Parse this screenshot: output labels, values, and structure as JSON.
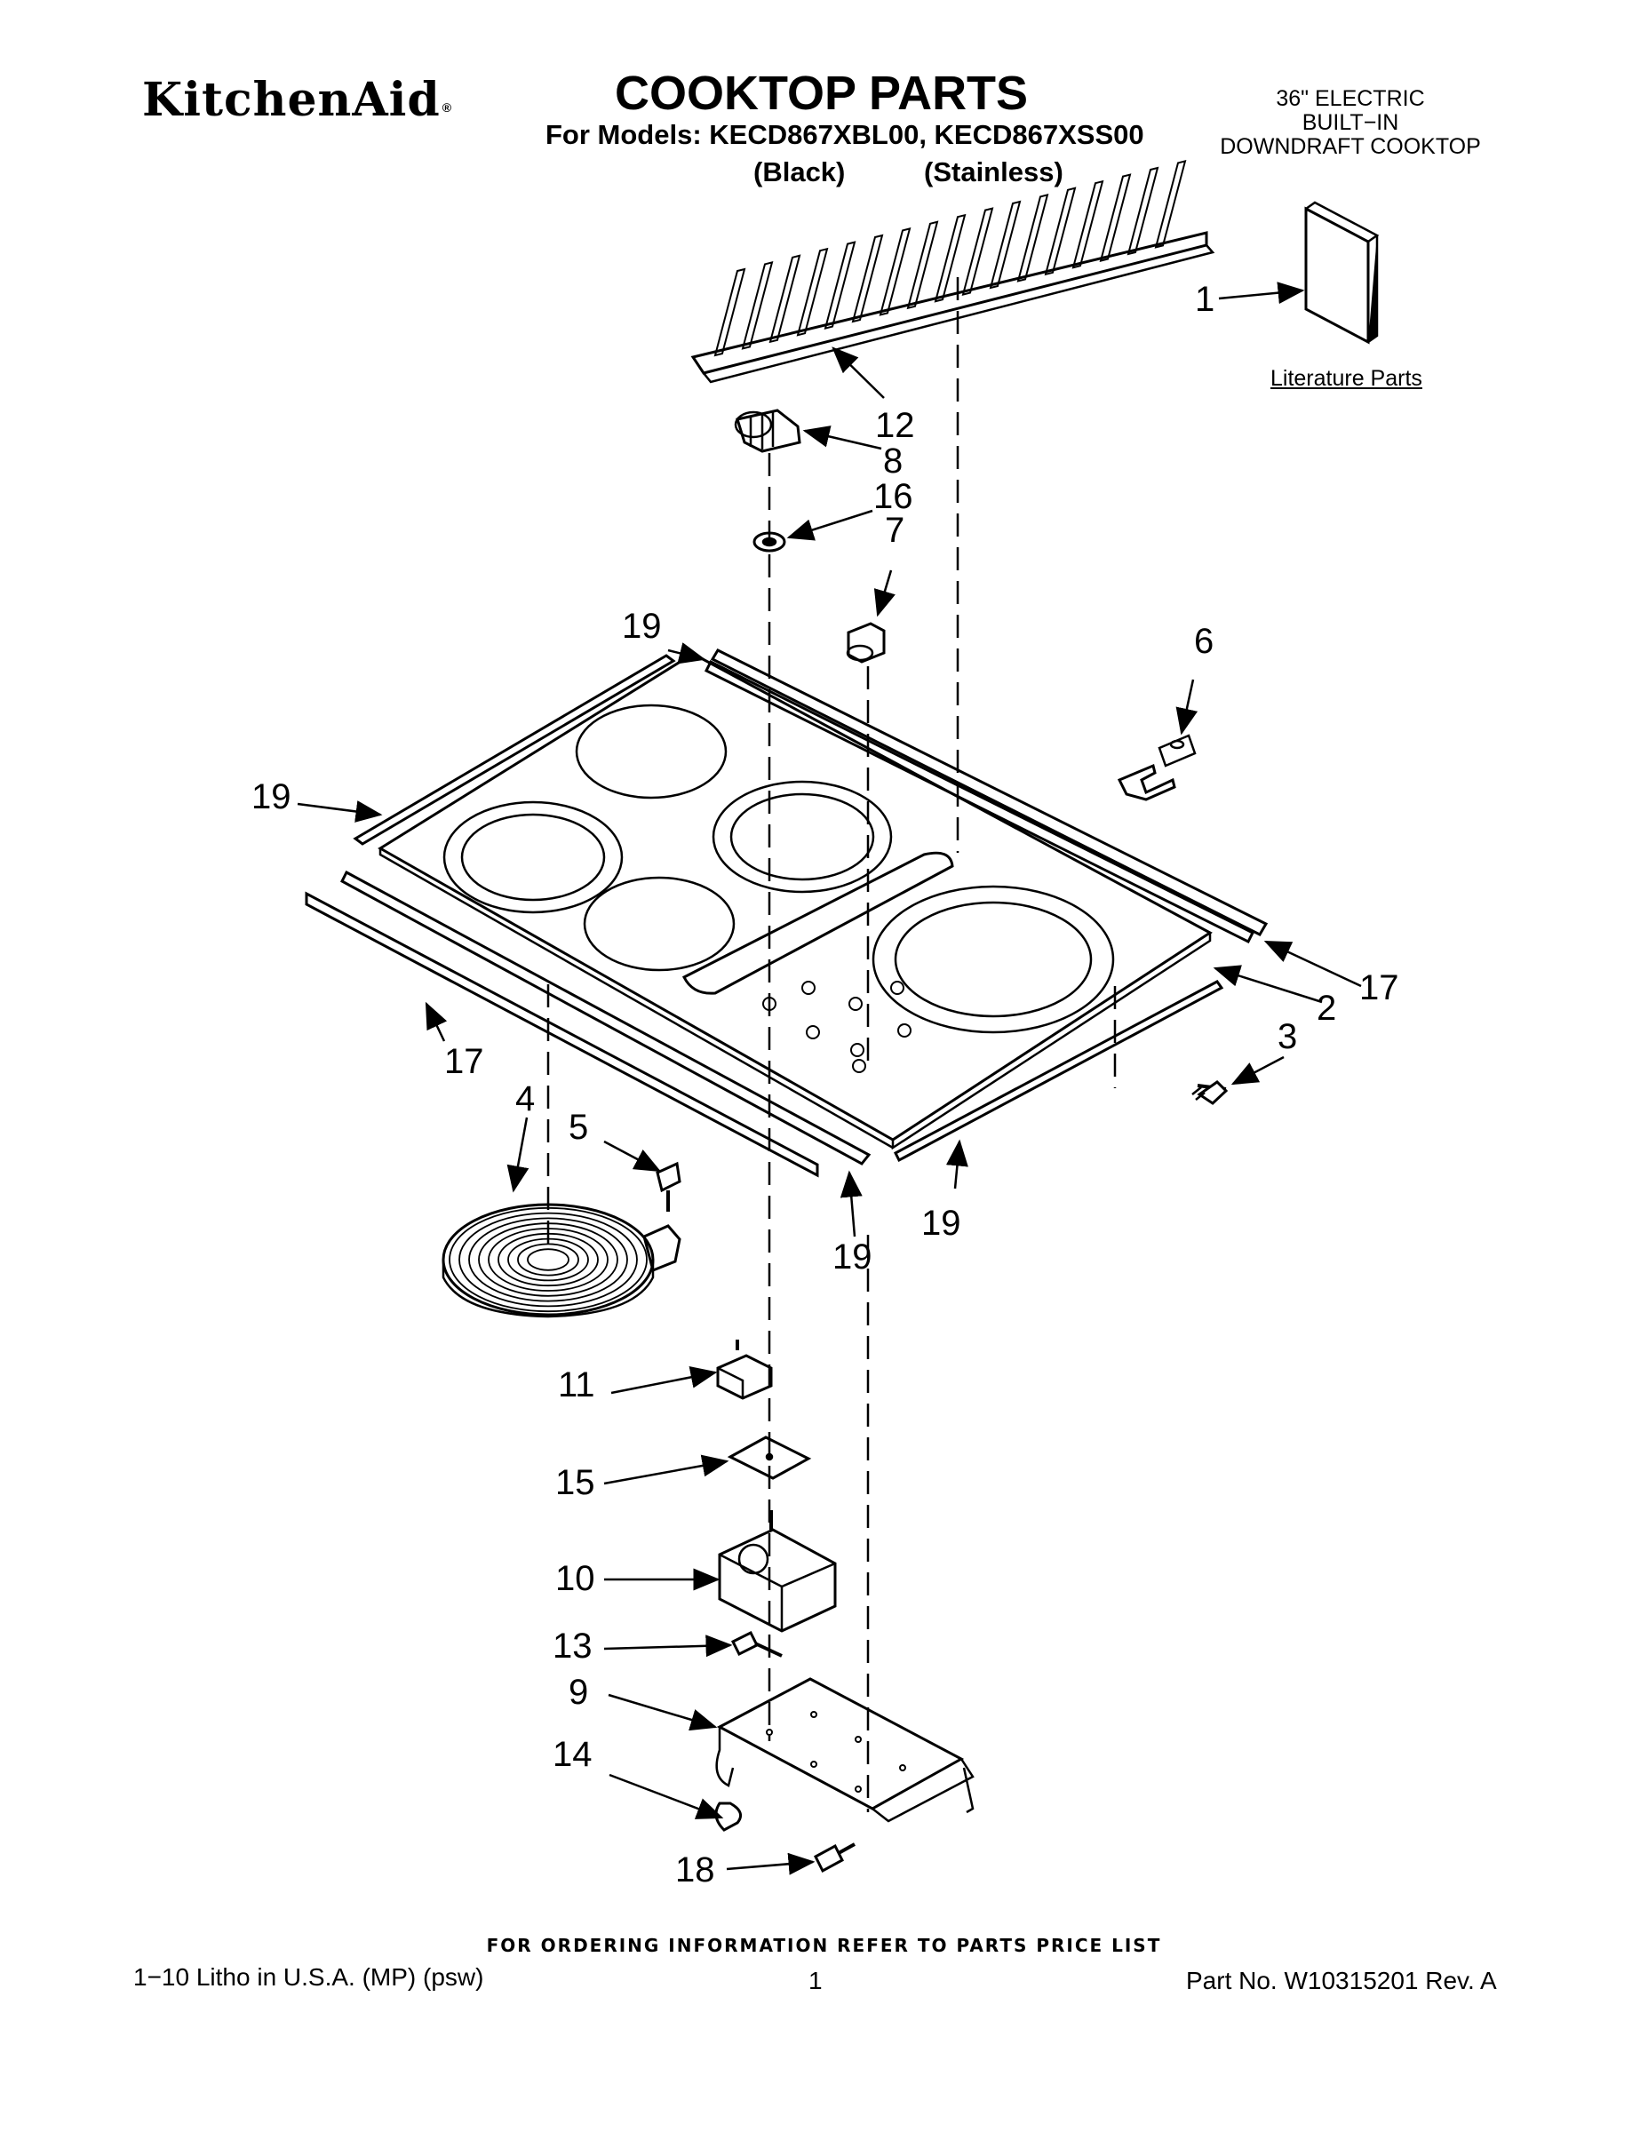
{
  "header": {
    "brand": "KitchenAid",
    "brand_mark": "®",
    "title": "COOKTOP PARTS",
    "models_line": "For Models: KECD867XBL00, KECD867XSS00",
    "finish_black": "(Black)",
    "finish_stainless": "(Stainless)",
    "product_line_1": "36\" ELECTRIC",
    "product_line_2": "BUILT−IN",
    "product_line_3": "DOWNDRAFT COOKTOP"
  },
  "literature": {
    "label": "Literature Parts"
  },
  "callouts": {
    "c1": "1",
    "c12": "12",
    "c8": "8",
    "c16": "16",
    "c7": "7",
    "c19a": "19",
    "c6": "6",
    "c19b": "19",
    "c17a": "17",
    "c2": "2",
    "c3": "3",
    "c17b": "17",
    "c4": "4",
    "c5": "5",
    "c19c": "19",
    "c19d": "19",
    "c11": "11",
    "c15": "15",
    "c10": "10",
    "c13": "13",
    "c9": "9",
    "c14": "14",
    "c18": "18"
  },
  "footer": {
    "note": "FOR ORDERING INFORMATION REFER TO PARTS PRICE LIST",
    "left": "1−10 Litho in U.S.A. (MP) (psw)",
    "page": "1",
    "part_no": "Part No. W10315201 Rev. A"
  }
}
